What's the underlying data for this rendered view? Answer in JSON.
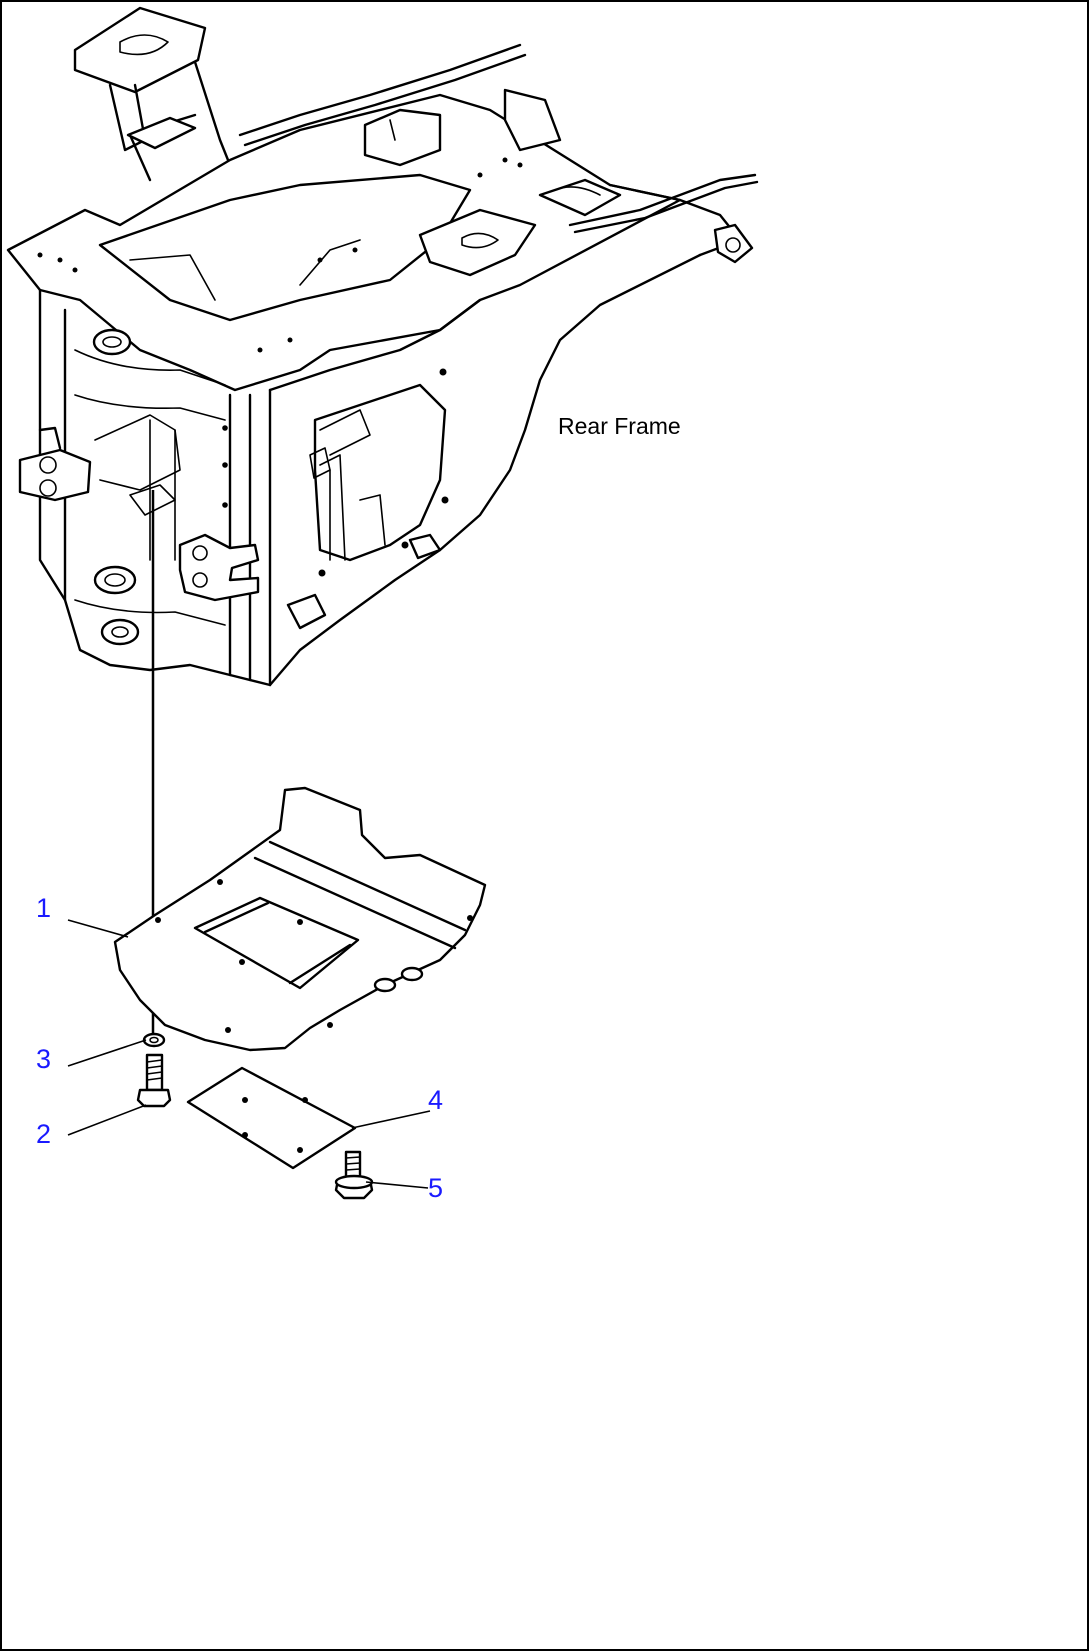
{
  "labels": {
    "rear_frame": "Rear Frame",
    "corner_code": ""
  },
  "callouts": [
    {
      "number": "1"
    },
    {
      "number": "2"
    },
    {
      "number": "3"
    },
    {
      "number": "4"
    },
    {
      "number": "5"
    }
  ],
  "colors": {
    "callout_text": "#1a1aff",
    "line_art": "#000000",
    "background": "#ffffff"
  }
}
